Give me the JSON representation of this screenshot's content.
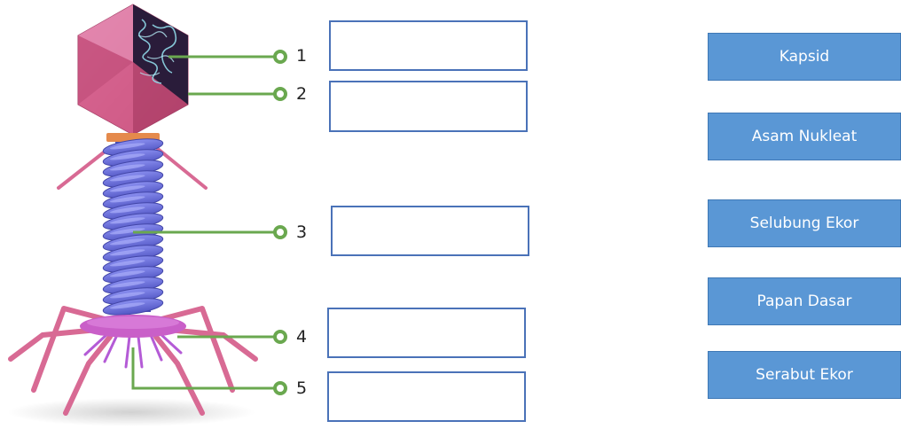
{
  "labels": [
    {
      "number": "1"
    },
    {
      "number": "2"
    },
    {
      "number": "3"
    },
    {
      "number": "4"
    },
    {
      "number": "5"
    }
  ],
  "options": [
    {
      "label": "Kapsid"
    },
    {
      "label": "Asam Nukleat"
    },
    {
      "label": "Selubung Ekor"
    },
    {
      "label": "Papan Dasar"
    },
    {
      "label": "Serabut Ekor"
    }
  ],
  "colors": {
    "capsid": "#c8527e",
    "collar": "#e58a4c",
    "tail_sheath": "#6a6fd6",
    "base_plate": "#c95fc8",
    "tail_fibers": "#d86a94",
    "leader_line": "#6aa84f",
    "box_border": "#4a72b8",
    "option_fill": "#5a97d5"
  }
}
